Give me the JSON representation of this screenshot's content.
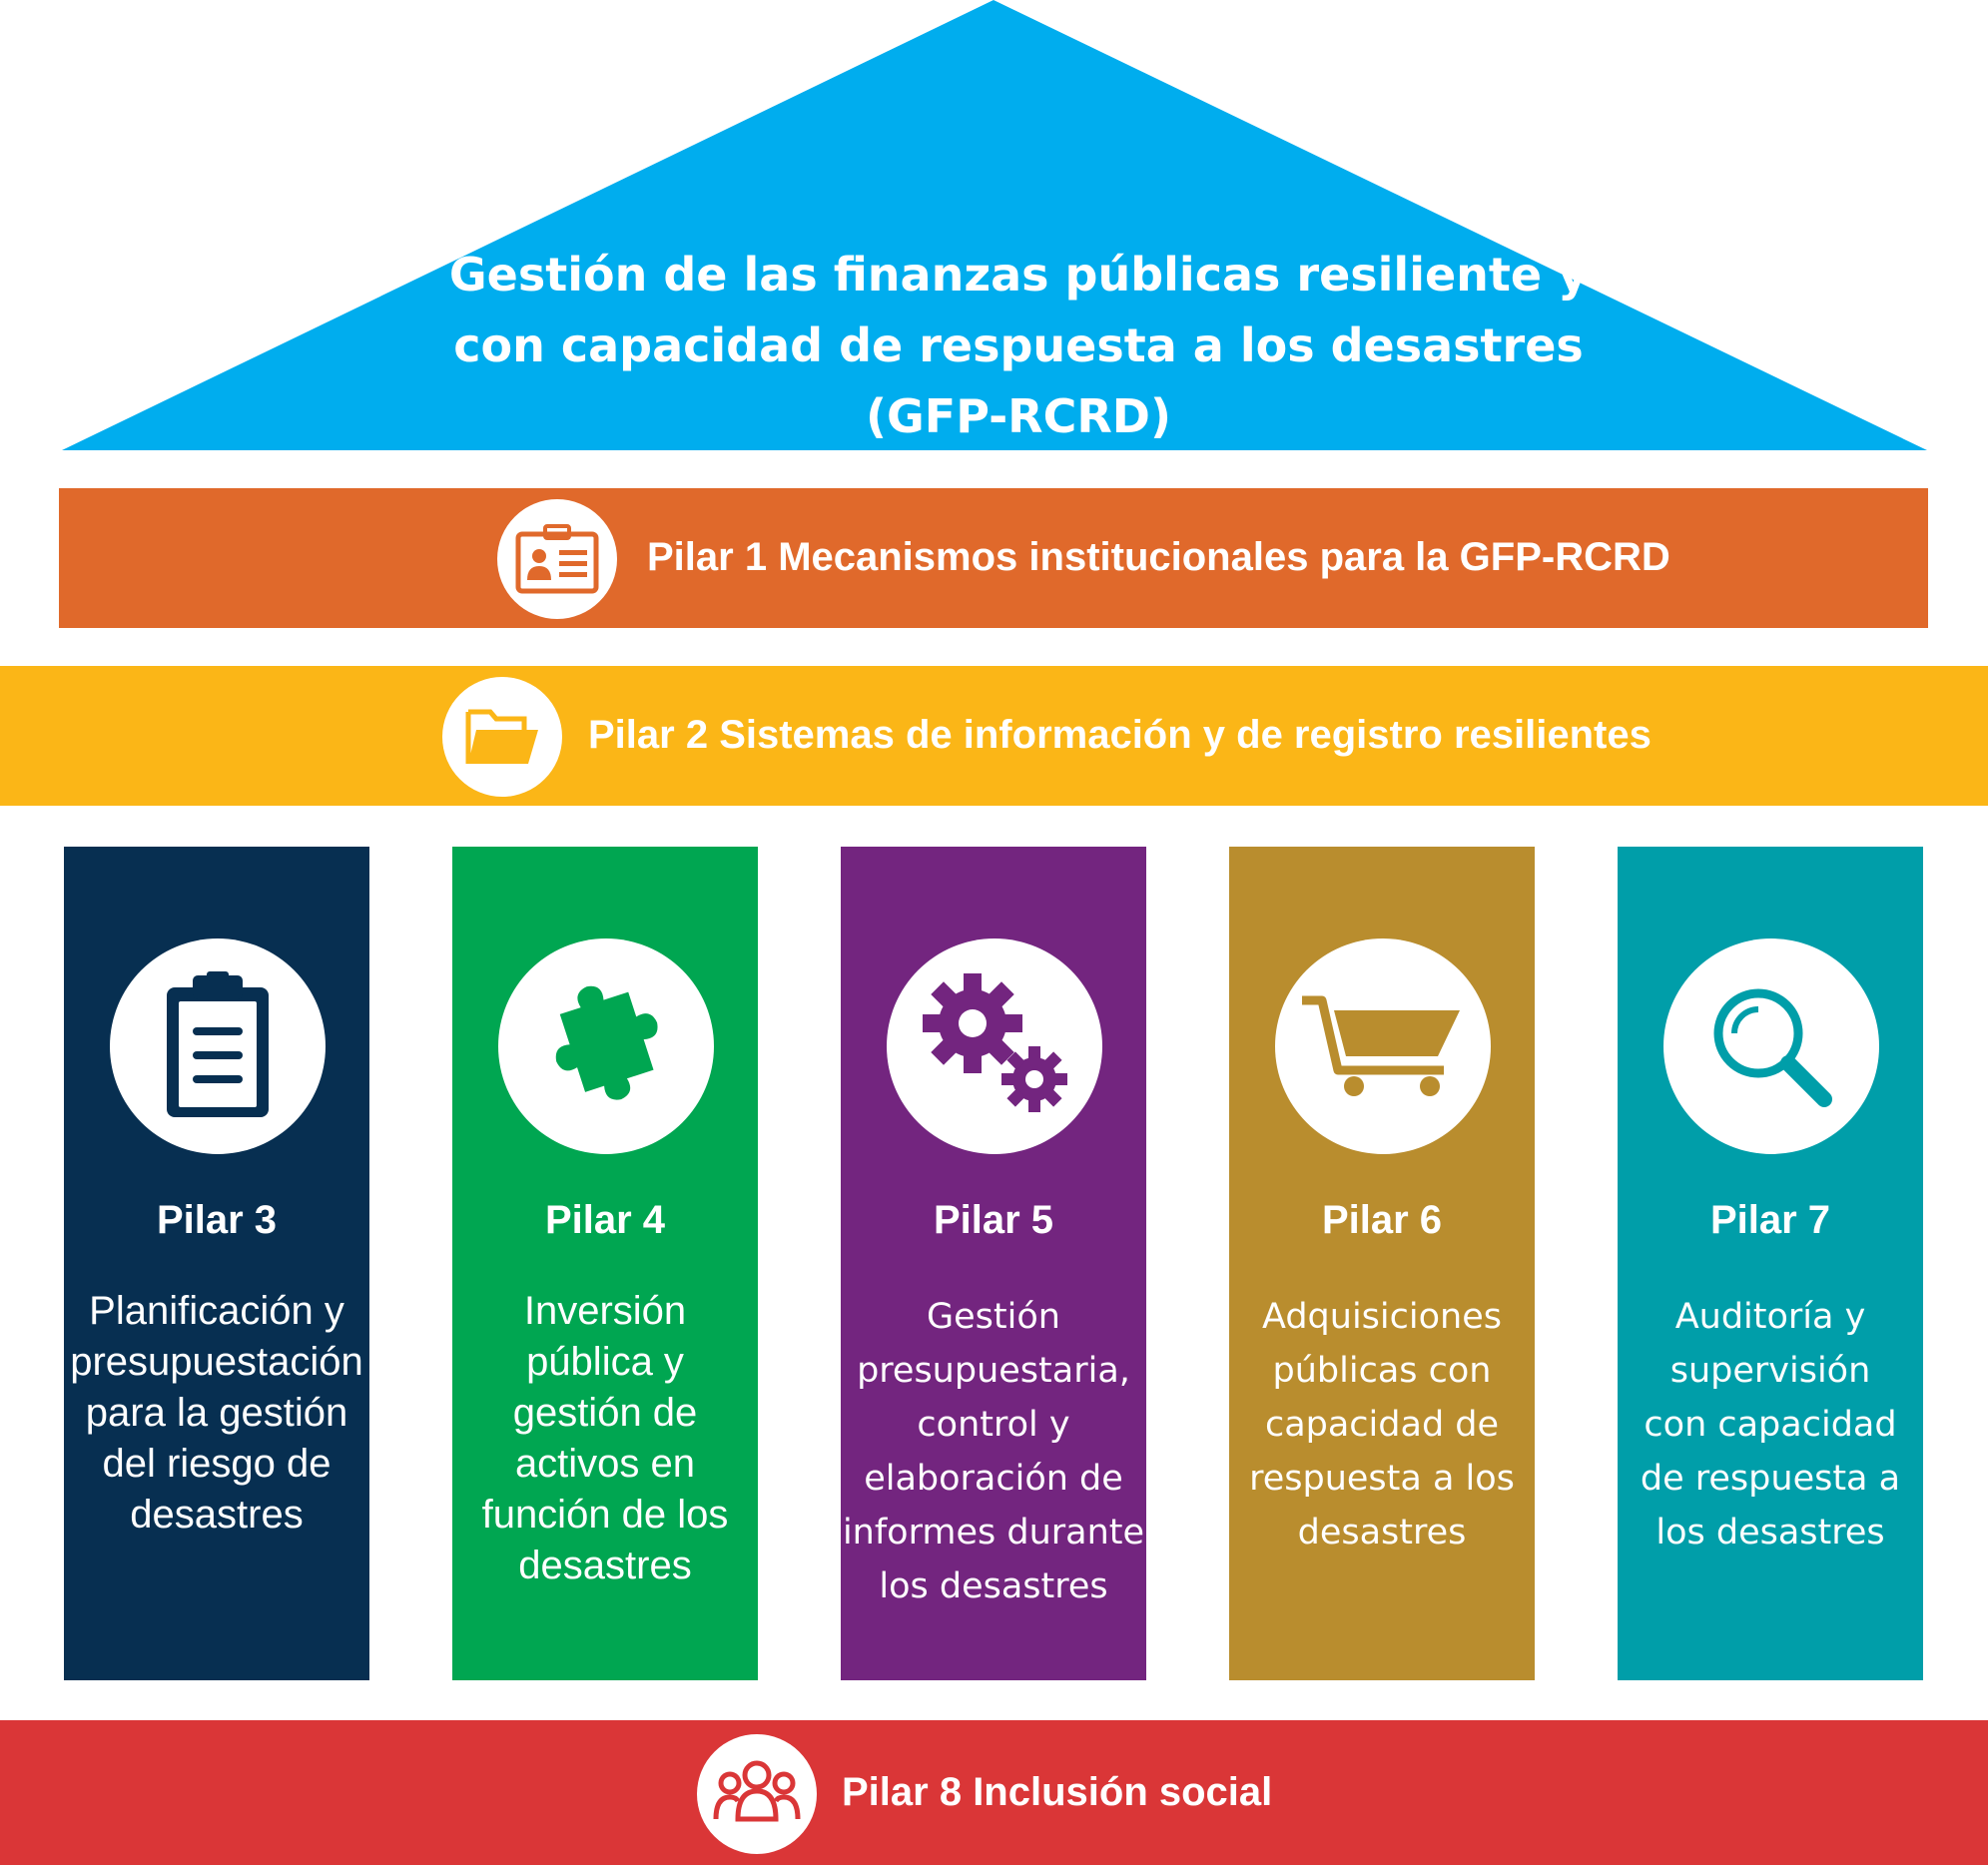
{
  "roof": {
    "color": "#00adee",
    "title_lines": [
      "Gestión de las finanzas públicas resiliente y",
      "con capacidad de respuesta a los desastres",
      "(GFP-RCRD)"
    ]
  },
  "pillar1": {
    "label": "Pilar 1 Mecanismos institucionales para la GFP-RCRD",
    "color": "#e0692b",
    "icon": "id-card-icon"
  },
  "pillar2": {
    "label": "Pilar 2 Sistemas de información y de registro resilientes",
    "color": "#fbb617",
    "icon": "folder-icon"
  },
  "columns": [
    {
      "title": "Pilar 3",
      "lines": [
        "Planificación y",
        "presupuestación",
        "para la gestión",
        "del riesgo de",
        "desastres"
      ],
      "color": "#072f51",
      "icon": "clipboard-icon"
    },
    {
      "title": "Pilar 4",
      "lines": [
        "Inversión",
        "pública y",
        "gestión de",
        "activos en",
        "función de los",
        "desastres"
      ],
      "color": "#00a651",
      "icon": "puzzle-piece-icon"
    },
    {
      "title": "Pilar 5",
      "lines": [
        "Gestión",
        "presupuestaria,",
        "control y",
        "elaboración de",
        "informes durante",
        "los desastres"
      ],
      "color": "#73257f",
      "icon": "gears-icon"
    },
    {
      "title": "Pilar 6",
      "lines": [
        "Adquisiciones",
        "públicas con",
        "capacidad de",
        "respuesta a los",
        "desastres"
      ],
      "color": "#b98d2e",
      "icon": "shopping-cart-icon"
    },
    {
      "title": "Pilar 7",
      "lines": [
        "Auditoría y",
        "supervisión",
        "con capacidad",
        "de respuesta a",
        "los desastres"
      ],
      "color": "#009ea9",
      "icon": "magnifier-icon"
    }
  ],
  "pillar8": {
    "label": "Pilar 8 Inclusión social",
    "color": "#da3637",
    "icon": "people-group-icon"
  }
}
